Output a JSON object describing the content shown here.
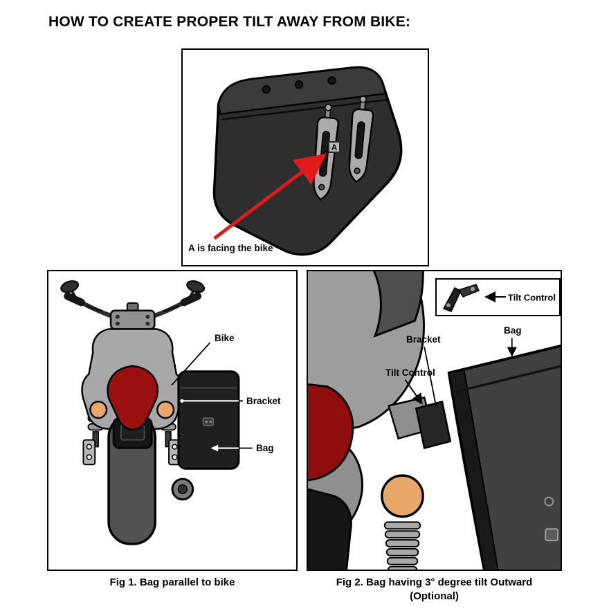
{
  "title": "HOW TO CREATE PROPER TILT AWAY FROM BIKE:",
  "top_panel": {
    "marker": "A",
    "caption": "A is facing the bike"
  },
  "fig1": {
    "labels": {
      "bike": "Bike",
      "bracket": "Bracket",
      "bag": "Bag"
    },
    "caption": "Fig 1. Bag parallel to bike"
  },
  "fig2": {
    "inset_label": "Tilt Control",
    "labels": {
      "tilt_control": "Tilt Control",
      "bracket": "Bracket",
      "bag": "Bag"
    },
    "caption_line1": "Fig 2. Bag having 3° degree tilt Outward",
    "caption_line2": "(Optional)"
  },
  "colors": {
    "outline": "#000000",
    "arrow_red": "#e01b1b",
    "bag_dark": "#2e2e2e",
    "bracket_gray": "#ababab",
    "body_gray": "#a8a8a8",
    "seat_red": "#8f0d0d",
    "signal_orange": "#e9a869"
  }
}
